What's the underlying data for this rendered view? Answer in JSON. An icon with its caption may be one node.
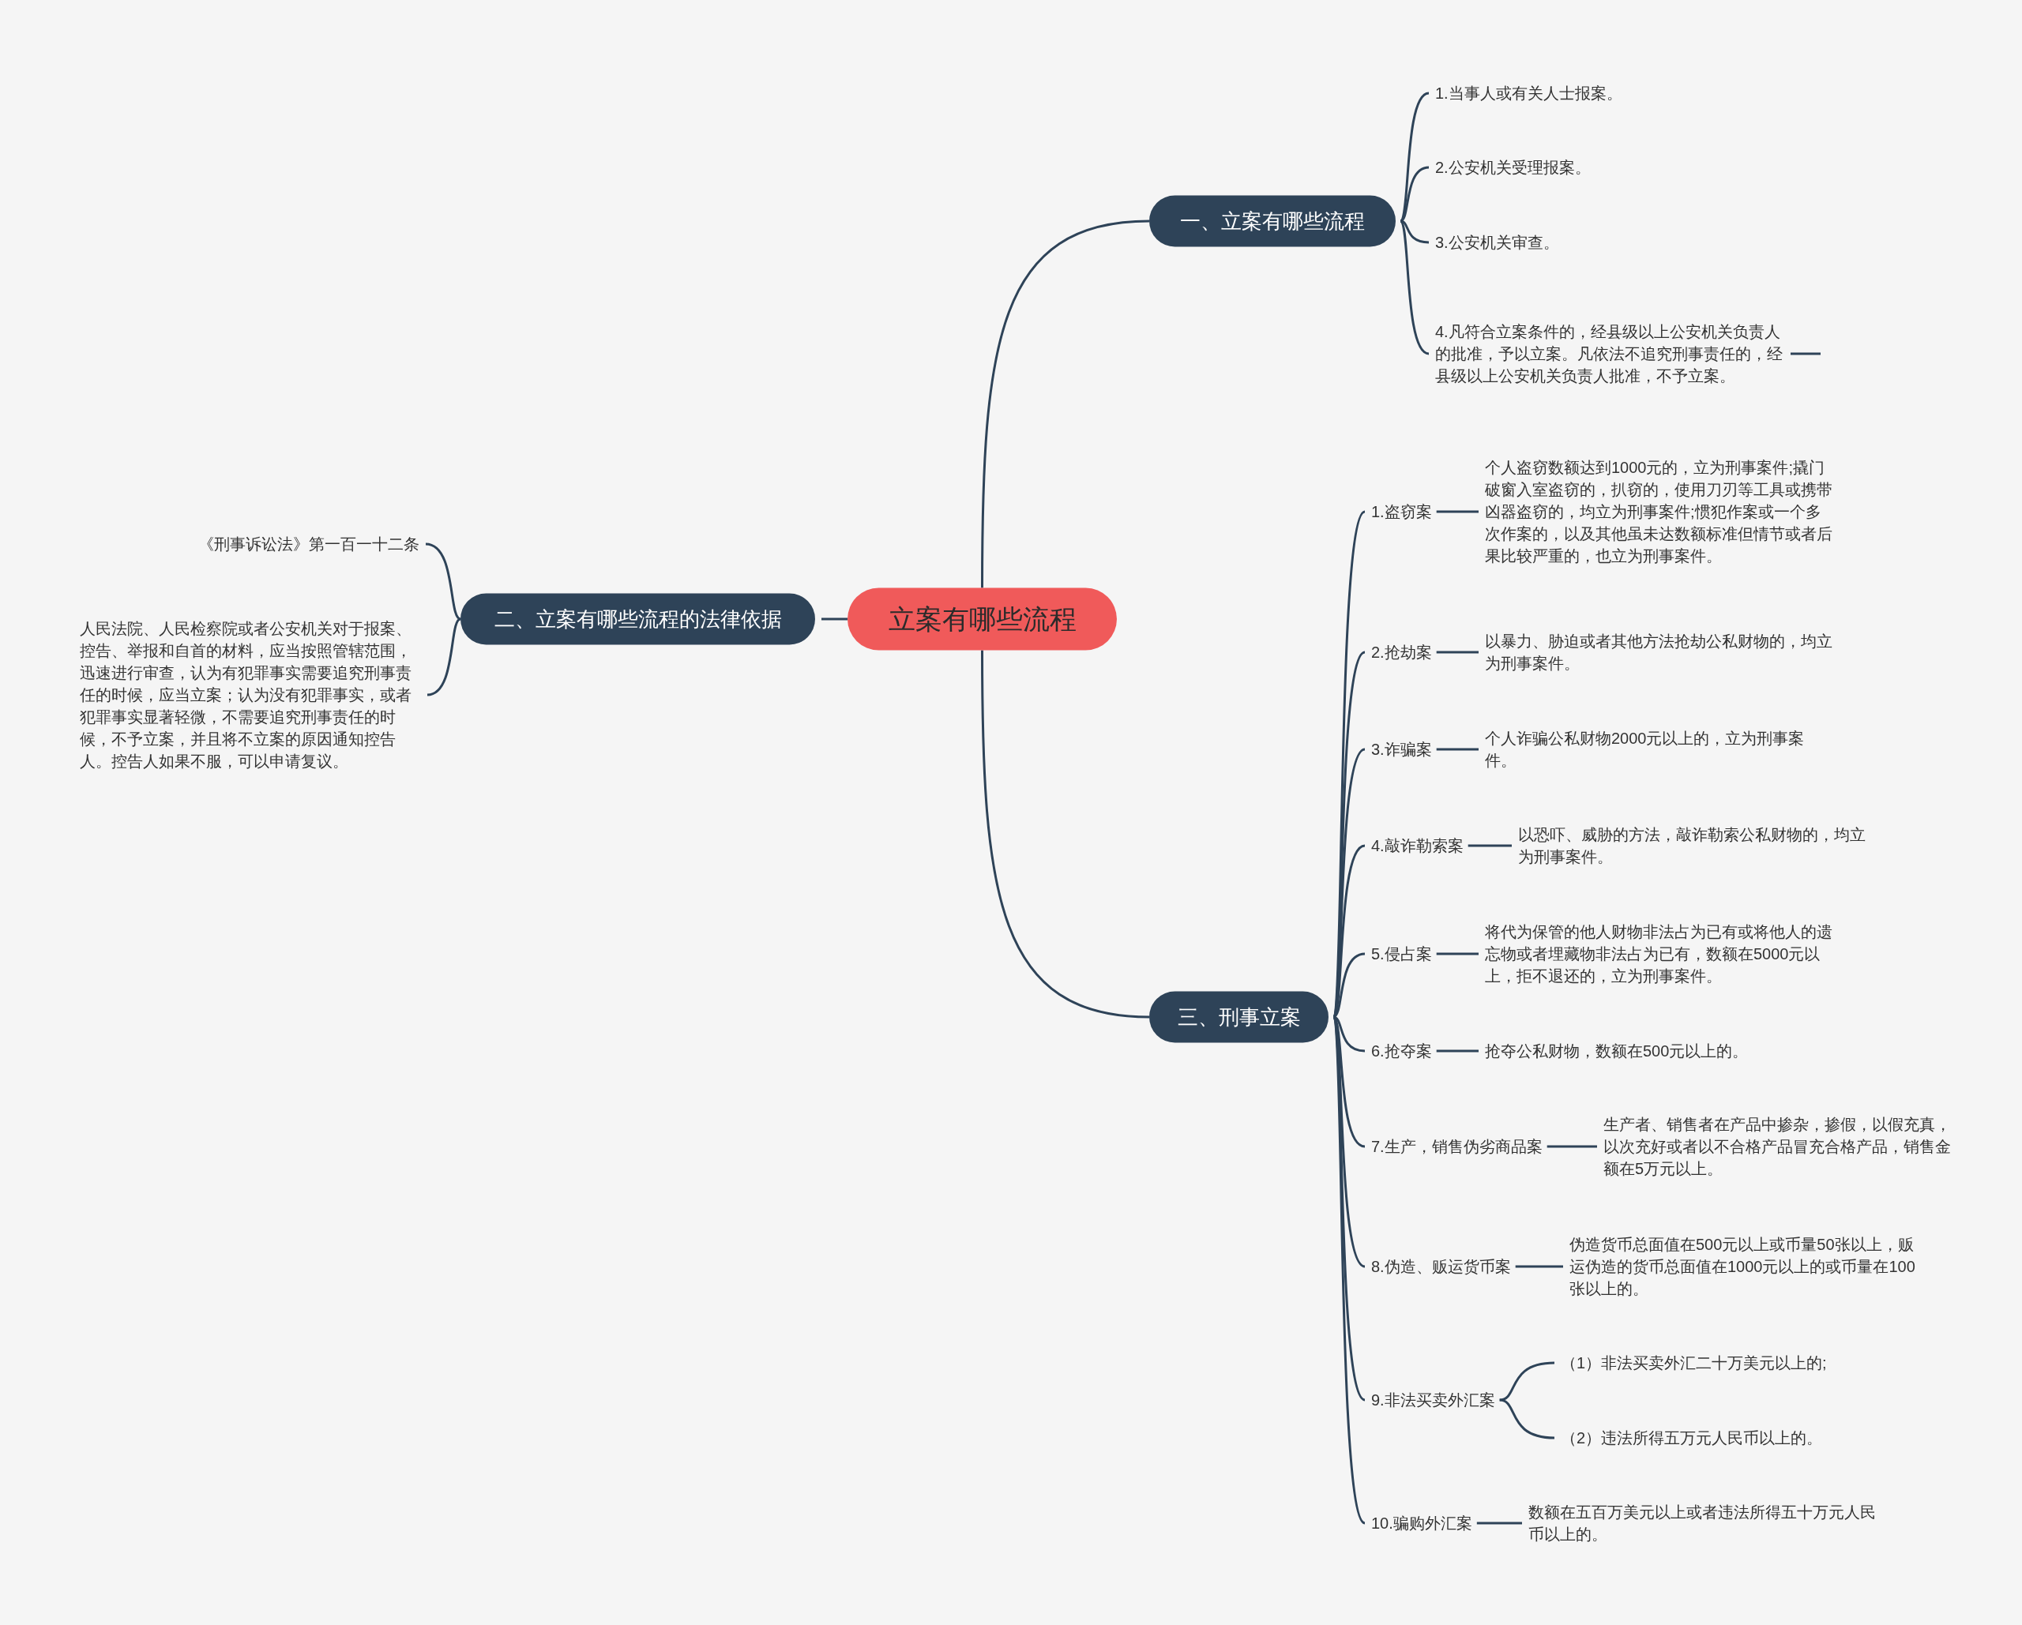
{
  "diagram": {
    "nodes": [
      {
        "text": [
          "立案有哪些流程"
        ]
      },
      {
        "text": [
          "一、立案有哪些流程"
        ]
      },
      {
        "text": [
          "1.当事人或有关人士报案。"
        ]
      },
      {
        "text": [
          "2.公安机关受理报案。"
        ]
      },
      {
        "text": [
          "3.公安机关审查。"
        ]
      },
      {
        "text": [
          "4.凡符合立案条件的，经县级以上公安机关负责人的批准，予以立案。凡依法不追究刑事责任的，经县级以上公安机关负责人批准，不予立案。"
        ]
      },
      {
        "text": [
          "二、立案有哪些流程的法律依据"
        ]
      },
      {
        "text": [
          "《刑事诉讼法》第一百一十二条"
        ]
      },
      {
        "text": [
          "人民法院、人民检察院或者公安机关对于报案、控告、举报和自首的材料，应当按照管辖范围，迅速进行审查，认为有犯罪事实需要追究刑事责任的时候，应当立案；认为没有犯罪事实，或者犯罪事实显著轻微，不需要追究刑事责任的时候，不予立案，并且将不立案的原因通知控告人。控告人如果不服，可以申请复议。"
        ]
      },
      {
        "text": [
          "三、刑事立案"
        ]
      },
      {
        "text": [
          "1.盗窃案"
        ]
      },
      {
        "text": [
          "个人盗窃数额达到1000元的，立为刑事案件;撬门破窗入室盗窃的，扒窃的，使用刀刃等工具或携带凶器盗窃的，均立为刑事案件;惯犯作案或一个多次作案的，以及其他虽未达数额标准但情节或者后果比较严重的，也立为刑事案件。"
        ]
      },
      {
        "text": [
          "2.抢劫案"
        ]
      },
      {
        "text": [
          "以暴力、胁迫或者其他方法抢劫公私财物的，均立为刑事案件。"
        ]
      },
      {
        "text": [
          "3.诈骗案"
        ]
      },
      {
        "text": [
          "个人诈骗公私财物2000元以上的，立为刑事案件。"
        ]
      },
      {
        "text": [
          "4.敲诈勒索案"
        ]
      },
      {
        "text": [
          "以恐吓、威胁的方法，敲诈勒索公私财物的，均立为刑事案件。"
        ]
      },
      {
        "text": [
          "5.侵占案"
        ]
      },
      {
        "text": [
          "将代为保管的他人财物非法占为已有或将他人的遗忘物或者埋藏物非法占为已有，数额在5000元以上，拒不退还的，立为刑事案件。"
        ]
      },
      {
        "text": [
          "6.抢夺案"
        ]
      },
      {
        "text": [
          "抢夺公私财物，数额在500元以上的。"
        ]
      },
      {
        "text": [
          "7.生产，销售伪劣商品案"
        ]
      },
      {
        "text": [
          "生产者、销售者在产品中掺杂，掺假，以假充真，以次充好或者以不合格产品冒充合格产品，销售金额在5万元以上。"
        ]
      },
      {
        "text": [
          "8.伪造、贩运货币案"
        ]
      },
      {
        "text": [
          "伪造货币总面值在500元以上或币量50张以上，贩运伪造的货币总面值在1000元以上的或币量在100张以上的。"
        ]
      },
      {
        "text": [
          "9.非法买卖外汇案"
        ]
      },
      {
        "text": [
          "（1）非法买卖外汇二十万美元以上的;"
        ]
      },
      {
        "text": [
          "（2）违法所得五万元人民币以上的。"
        ]
      },
      {
        "text": [
          "10.骗购外汇案"
        ]
      },
      {
        "text": [
          "数额在五百万美元以上或者违法所得五十万元人民币以上的。"
        ]
      }
    ],
    "edges": [
      {
        "from": 0,
        "to": 1,
        "arrow": "none"
      },
      {
        "from": 1,
        "to": 2,
        "arrow": "none"
      },
      {
        "from": 1,
        "to": 3,
        "arrow": "none"
      },
      {
        "from": 1,
        "to": 4,
        "arrow": "none"
      },
      {
        "from": 1,
        "to": 5,
        "arrow": "none"
      },
      {
        "from": 5,
        "to": null,
        "arrow": "none"
      },
      {
        "from": 0,
        "to": 6,
        "arrow": "none"
      },
      {
        "from": 6,
        "to": 7,
        "arrow": "none"
      },
      {
        "from": 6,
        "to": 8,
        "arrow": "none"
      },
      {
        "from": 0,
        "to": 9,
        "arrow": "none"
      },
      {
        "from": 9,
        "to": 10,
        "arrow": "none"
      },
      {
        "from": 9,
        "to": 12,
        "arrow": "none"
      },
      {
        "from": 9,
        "to": 14,
        "arrow": "none"
      },
      {
        "from": 9,
        "to": 16,
        "arrow": "none"
      },
      {
        "from": 9,
        "to": 18,
        "arrow": "none"
      },
      {
        "from": 9,
        "to": 20,
        "arrow": "none"
      },
      {
        "from": 9,
        "to": 22,
        "arrow": "none"
      },
      {
        "from": 9,
        "to": 24,
        "arrow": "none"
      },
      {
        "from": 9,
        "to": 26,
        "arrow": "none"
      },
      {
        "from": 9,
        "to": 29,
        "arrow": "none"
      },
      {
        "from": 10,
        "to": 11,
        "arrow": "none"
      },
      {
        "from": 12,
        "to": 13,
        "arrow": "none"
      },
      {
        "from": 14,
        "to": 15,
        "arrow": "none"
      },
      {
        "from": 16,
        "to": 17,
        "arrow": "none"
      },
      {
        "from": 18,
        "to": 19,
        "arrow": "none"
      },
      {
        "from": 20,
        "to": 21,
        "arrow": "none"
      },
      {
        "from": 22,
        "to": 23,
        "arrow": "none"
      },
      {
        "from": 24,
        "to": 25,
        "arrow": "none"
      },
      {
        "from": 26,
        "to": 27,
        "arrow": "none"
      },
      {
        "from": 26,
        "to": 28,
        "arrow": "none"
      },
      {
        "from": 29,
        "to": 30,
        "arrow": "none"
      }
    ]
  }
}
